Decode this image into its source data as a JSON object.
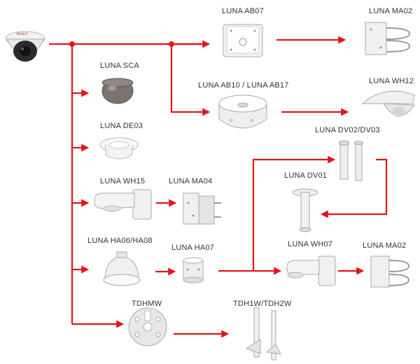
{
  "colors": {
    "arrow": "#e3151a",
    "device": "#eeeeee",
    "outline": "#9a9a9a"
  },
  "camera": {
    "name": "dome-camera",
    "brand_text": "BerkoT"
  },
  "products": {
    "ab07": "LUNA AB07",
    "ma02_top": "LUNA MA02",
    "sca": "LUNA SCA",
    "ab10_ab17": "LUNA AB10 / LUNA AB17",
    "wh12": "LUNA WH12",
    "de03": "LUNA DE03",
    "dv02_dv03": "LUNA DV02/DV03",
    "dv01": "LUNA DV01",
    "wh15": "LUNA WH15",
    "ma04": "LUNA MA04",
    "ha06_ha08": "LUNA HA06/HA08",
    "ha07": "LUNA HA07",
    "wh07": "LUNA WH07",
    "ma02_bottom": "LUNA MA02",
    "tdhmw": "TDHMW",
    "tdh1w_tdh2w": "TDH1W/TDH2W"
  }
}
